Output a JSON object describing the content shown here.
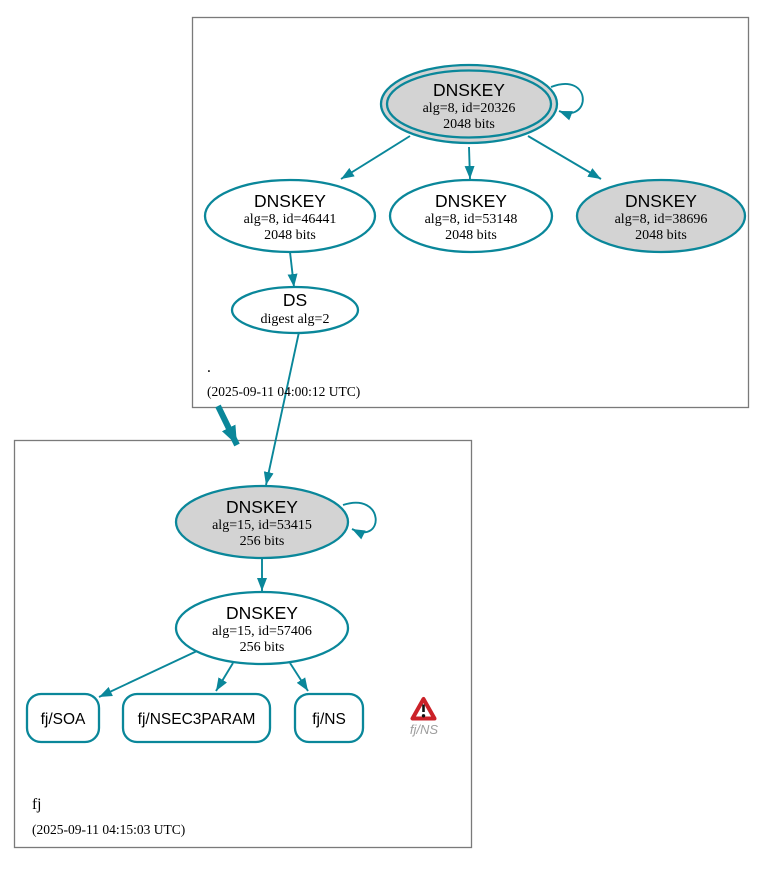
{
  "colors": {
    "edge_teal": "#0a879a",
    "node_fill_gray": "#d3d3d3",
    "node_fill_white": "#ffffff",
    "box_border_gray": "#7a7a7a",
    "warning_red": "#cb2128",
    "warning_label_gray": "#9e9e9e"
  },
  "zones": {
    "root": {
      "label": ".",
      "timestamp": "(2025-09-11 04:00:12 UTC)",
      "ksk": {
        "title": "DNSKEY",
        "attrs": "alg=8, id=20326",
        "bits": "2048 bits"
      },
      "zsk1": {
        "title": "DNSKEY",
        "attrs": "alg=8, id=46441",
        "bits": "2048 bits"
      },
      "zsk2": {
        "title": "DNSKEY",
        "attrs": "alg=8, id=53148",
        "bits": "2048 bits"
      },
      "ksk2": {
        "title": "DNSKEY",
        "attrs": "alg=8, id=38696",
        "bits": "2048 bits"
      },
      "ds": {
        "title": "DS",
        "attrs": "digest alg=2"
      }
    },
    "fj": {
      "label": "fj",
      "timestamp": "(2025-09-11 04:15:03 UTC)",
      "ksk": {
        "title": "DNSKEY",
        "attrs": "alg=15, id=53415",
        "bits": "256 bits"
      },
      "zsk": {
        "title": "DNSKEY",
        "attrs": "alg=15, id=57406",
        "bits": "256 bits"
      },
      "rrsets": [
        {
          "label": "fj/SOA"
        },
        {
          "label": "fj/NSEC3PARAM"
        },
        {
          "label": "fj/NS"
        }
      ],
      "warning": {
        "label": "fj/NS"
      }
    }
  }
}
